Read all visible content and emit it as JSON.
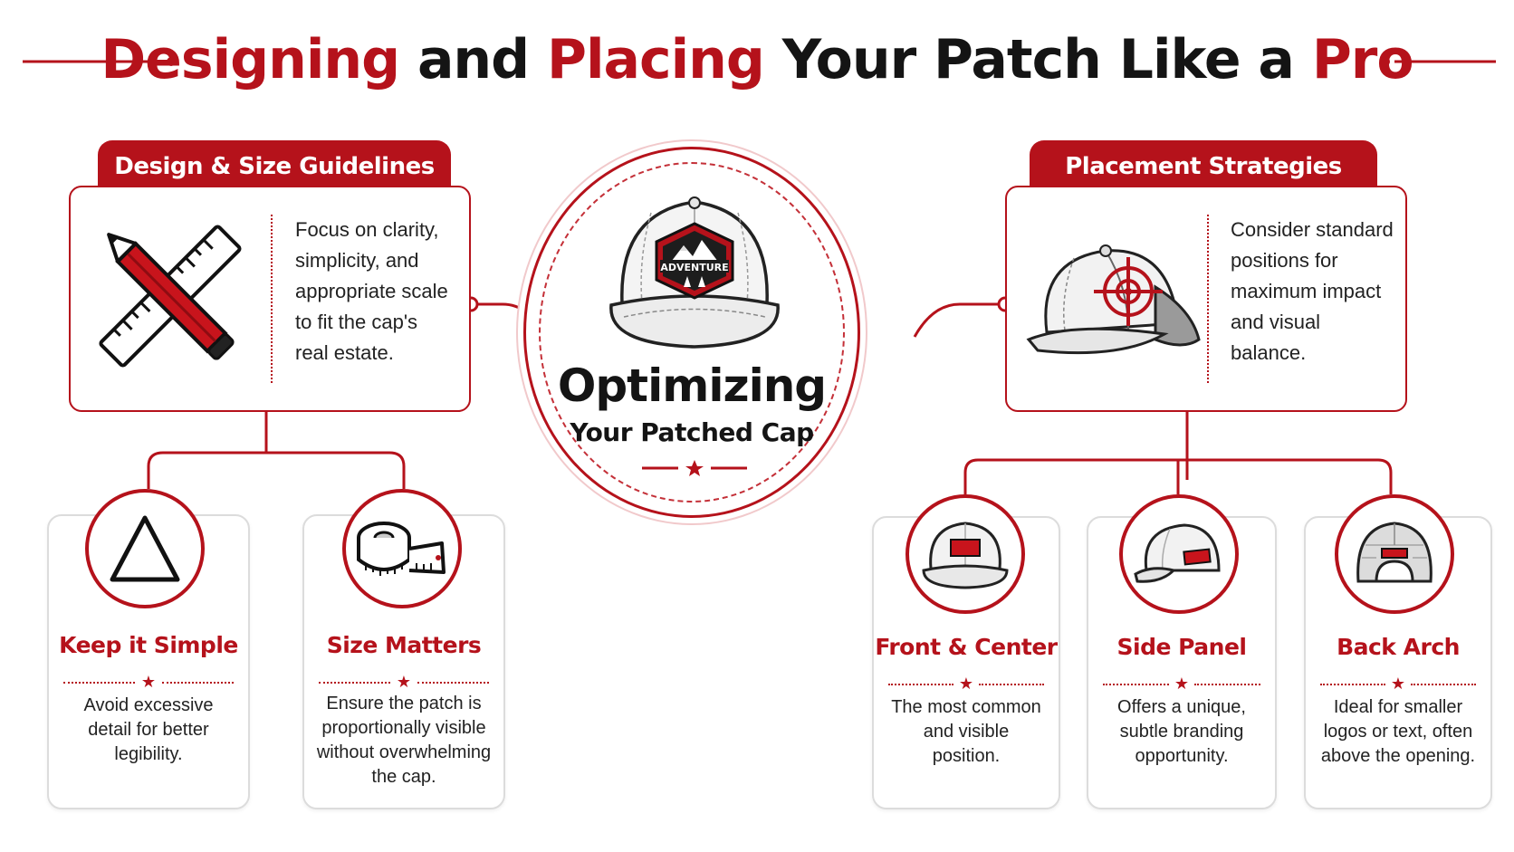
{
  "header": {
    "title_parts": [
      "Designing",
      "and",
      "Placing",
      "Your Patch Like a",
      "Pro"
    ]
  },
  "left_panel": {
    "tab_label": "Design & Size Guidelines",
    "text": [
      "Focus on clarity,",
      "simplicity, and",
      "appropriate scale",
      "to fit the cap's",
      "real estate."
    ]
  },
  "right_panel": {
    "tab_label": "Placement Strategies",
    "text": [
      "Consider standard",
      "positions for",
      "maximum impact",
      "and visual",
      "balance."
    ]
  },
  "center": {
    "badge_text": "ADVENTURE",
    "title": "Optimizing",
    "subtitle": "Your Patched Cap"
  },
  "cards": [
    {
      "title": "Keep it Simple",
      "desc": [
        "Avoid excessive",
        "detail for better",
        "legibility."
      ],
      "icon": "triangle-icon"
    },
    {
      "title": "Size Matters",
      "desc": [
        "Ensure the patch is",
        "proportionally visible",
        "without overwhelming",
        "the cap."
      ],
      "icon": "measuring-tape-icon"
    },
    {
      "title": "Front & Center",
      "desc": [
        "The most common",
        "and visible",
        "position."
      ],
      "icon": "cap-front-icon"
    },
    {
      "title": "Side Panel",
      "desc": [
        "Offers a unique,",
        "subtle branding",
        "opportunity."
      ],
      "icon": "cap-side-icon"
    },
    {
      "title": "Back Arch",
      "desc": [
        "Ideal for smaller",
        "logos or text, often",
        "above the opening."
      ],
      "icon": "cap-back-icon"
    }
  ],
  "colors": {
    "accent": "#b5121b",
    "text": "#141414"
  }
}
